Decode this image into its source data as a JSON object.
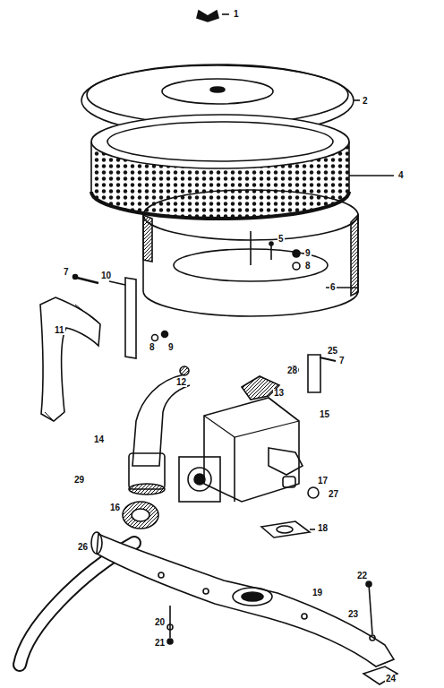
{
  "diagram": {
    "labels": [
      "1",
      "2",
      "4",
      "5",
      "9",
      "8",
      "6",
      "7",
      "10",
      "11",
      "8",
      "9",
      "25",
      "7",
      "12",
      "28",
      "13",
      "15",
      "14",
      "29",
      "16",
      "17",
      "27",
      "18",
      "26",
      "19",
      "22",
      "23",
      "20",
      "21",
      "24"
    ]
  }
}
